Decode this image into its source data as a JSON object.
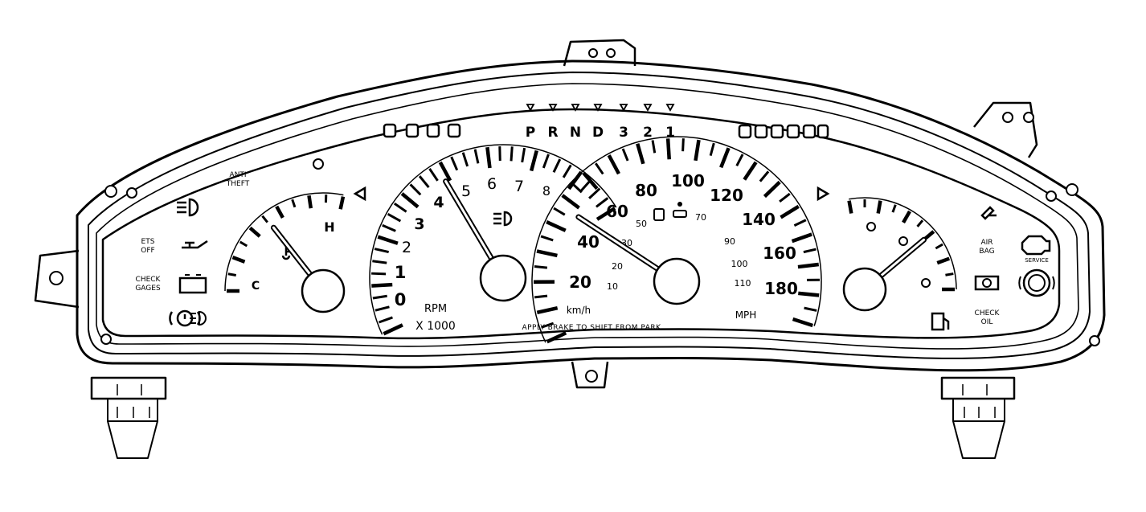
{
  "tach": {
    "numbers": [
      "0",
      "1",
      "2",
      "3",
      "4",
      "5",
      "6",
      "7",
      "8"
    ],
    "units": "RPM",
    "multiplier": "X 1000",
    "needle_value": 3.9
  },
  "speedo": {
    "mph_numbers": [
      "20",
      "40",
      "60",
      "80",
      "100",
      "120",
      "140",
      "160",
      "180"
    ],
    "kmh_numbers": [
      "10",
      "20",
      "30",
      "50",
      "70",
      "90",
      "100",
      "110"
    ],
    "kmh_label": "km/h",
    "mph_label": "MPH",
    "shift_text": "APPLY BRAKE TO SHIFT FROM PARK",
    "needle_mph": 47
  },
  "temp": {
    "high_label": "H",
    "low_label": "C"
  },
  "fuel": {
    "tank_icon": "fuel-pump-icon"
  },
  "prndl": [
    "P",
    "R",
    "N",
    "D",
    "3",
    "2",
    "1"
  ],
  "left_tell": {
    "anti_theft": [
      "ANTI",
      "THEFT"
    ],
    "trac_off": [
      "ETS",
      "OFF"
    ],
    "check_gages": [
      "CHECK",
      "GAGES"
    ]
  },
  "right_tell": {
    "air_bag": [
      "AIR",
      "BAG"
    ],
    "service": "SERVICE",
    "check_oil": [
      "CHECK",
      "OIL"
    ]
  },
  "icons": [
    "headlamp-icon",
    "oil-can-icon",
    "battery-icon",
    "brake-icon",
    "high-beam-icon",
    "arrow-left-icon",
    "arrow-right-icon",
    "door-ajar-icon",
    "service-engine-icon",
    "seatbelt-icon",
    "washer-icon"
  ]
}
